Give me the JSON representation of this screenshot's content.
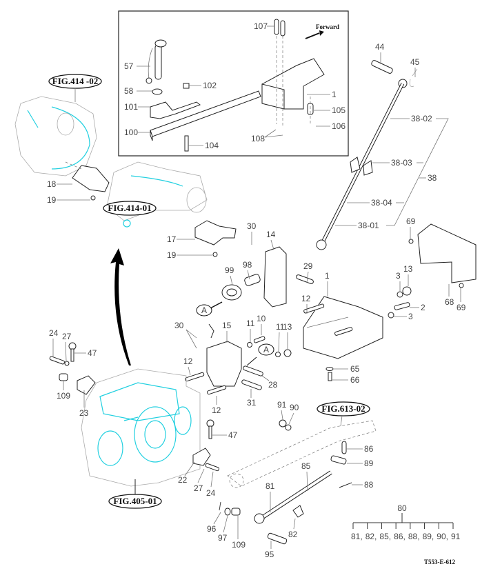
{
  "diagram": {
    "code": "T553-E-612",
    "inset_direction_label": "Forward",
    "figure_refs": [
      {
        "id": "fig-414-02",
        "text": "FIG.414 -02"
      },
      {
        "id": "fig-414-01",
        "text": "FIG.414-01"
      },
      {
        "id": "fig-613-02",
        "text": "FIG.613-02"
      },
      {
        "id": "fig-405-01",
        "text": "FIG.405-01"
      }
    ],
    "callout_marker": "A",
    "inset_labels": [
      "107",
      "57",
      "58",
      "102",
      "101",
      "100",
      "104",
      "1",
      "105",
      "106",
      "108"
    ],
    "labels": {
      "p44": "44",
      "p45": "45",
      "p38_02": "38-02",
      "p38_03": "38-03",
      "p38": "38",
      "p38_04": "38-04",
      "p38_01": "38-01",
      "p69a": "69",
      "p68": "68",
      "p69b": "69",
      "p18": "18",
      "p19a": "19",
      "p17": "17",
      "p19b": "19",
      "p30a": "30",
      "p14": "14",
      "p98": "98",
      "p99": "99",
      "p29": "29",
      "p1": "1",
      "p12a": "12",
      "p3a": "3",
      "p13a": "13",
      "p2": "2",
      "p3b": "3",
      "p30b": "30",
      "p15": "15",
      "p11a": "11",
      "p10": "10",
      "p11b": "11",
      "p13b": "13",
      "p28": "28",
      "p31": "31",
      "p12b": "12",
      "p12c": "12",
      "p65": "65",
      "p66": "66",
      "p24a": "24",
      "p27a": "27",
      "p47a": "47",
      "p109a": "109",
      "p23": "23",
      "p91": "91",
      "p90": "90",
      "p47b": "47",
      "p86": "86",
      "p89": "89",
      "p88": "88",
      "p85": "85",
      "p81": "81",
      "p22": "22",
      "p27b": "27",
      "p24b": "24",
      "p96": "96",
      "p97": "97",
      "p109b": "109",
      "p82": "82",
      "p95": "95"
    },
    "kit": {
      "parent": "80",
      "children": [
        "81,",
        "82,",
        "85,",
        "86,",
        "88,",
        "89,",
        "90,",
        "91"
      ]
    }
  }
}
